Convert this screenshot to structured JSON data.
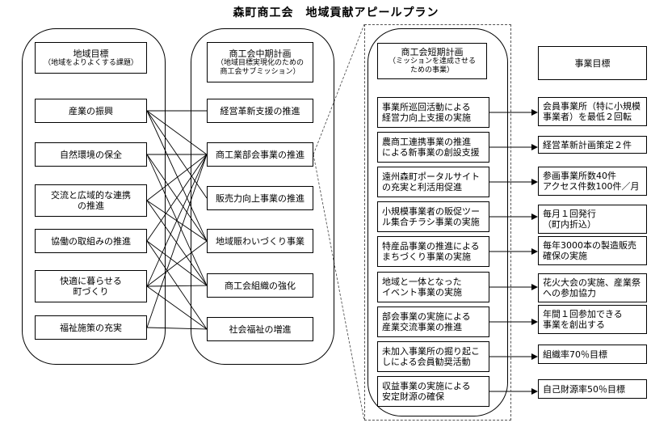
{
  "title": "森町商工会　地域貢献アピールプラン",
  "region": {
    "header": "地域目標",
    "header_sub": "（地域をよりよくする課題）",
    "items": [
      "産業の振興",
      "自然環境の保全",
      "交流と広域的な連携\nの推進",
      "協働の取組みの推進",
      "快適に暮らせる\n町づくり",
      "福祉施策の充実"
    ]
  },
  "midterm": {
    "header": "商工会中期計画",
    "header_sub": "（地域目標実現化のための\n商工会サブミッション）",
    "items": [
      "経営革新支援の推進",
      "商工業部会事業の推進",
      "販売力向上事業の推進",
      "地域賑わいづくり事業",
      "商工会組織の強化",
      "社会福祉の増進"
    ]
  },
  "shortterm": {
    "header": "商工会短期計画",
    "header_sub": "（ミッションを達成させる\nための事業）",
    "items": [
      "事業所巡回活動による\n経営力向上支援の実施",
      "農商工連携事業の推進\nによる新事業の創設支援",
      "遠州森町ポータルサイト\nの充実と利活用促進",
      "小規模事業者の販促ツー\nル集合チラシ事業の実施",
      "特産品事業の推進による\nまちづくり事業の実施",
      "地域と一体となった\nイベント事業の実施",
      "部会事業の実施による\n産業交流事業の推進",
      "未加入事業所の掘り起こ\nしによる会員勧奨活動",
      "収益事業の実施による\n安定財源の確保"
    ]
  },
  "goals": {
    "header": "事業目標",
    "items": [
      "会員事業所（特に小規模\n事業者）を最低２回転",
      "経営革新計画策定２件",
      "参画事業所数40件\nアクセス件数100件／月",
      "毎月１回発行\n（町内折込）",
      "毎年3000本の製造販売\n確保の実施",
      "花火大会の実施、産業祭\nへの参加協力",
      "年間１回参加できる\n事業を創出する",
      "組織率70％目標",
      "自己財源率50％目標"
    ]
  },
  "links": [
    [
      0,
      0
    ],
    [
      0,
      1
    ],
    [
      0,
      2
    ],
    [
      0,
      3
    ],
    [
      1,
      1
    ],
    [
      1,
      3
    ],
    [
      1,
      4
    ],
    [
      2,
      1
    ],
    [
      2,
      3
    ],
    [
      2,
      4
    ],
    [
      3,
      1
    ],
    [
      3,
      4
    ],
    [
      3,
      5
    ],
    [
      4,
      1
    ],
    [
      4,
      3
    ],
    [
      4,
      4
    ],
    [
      4,
      5
    ],
    [
      5,
      1
    ],
    [
      5,
      5
    ]
  ]
}
